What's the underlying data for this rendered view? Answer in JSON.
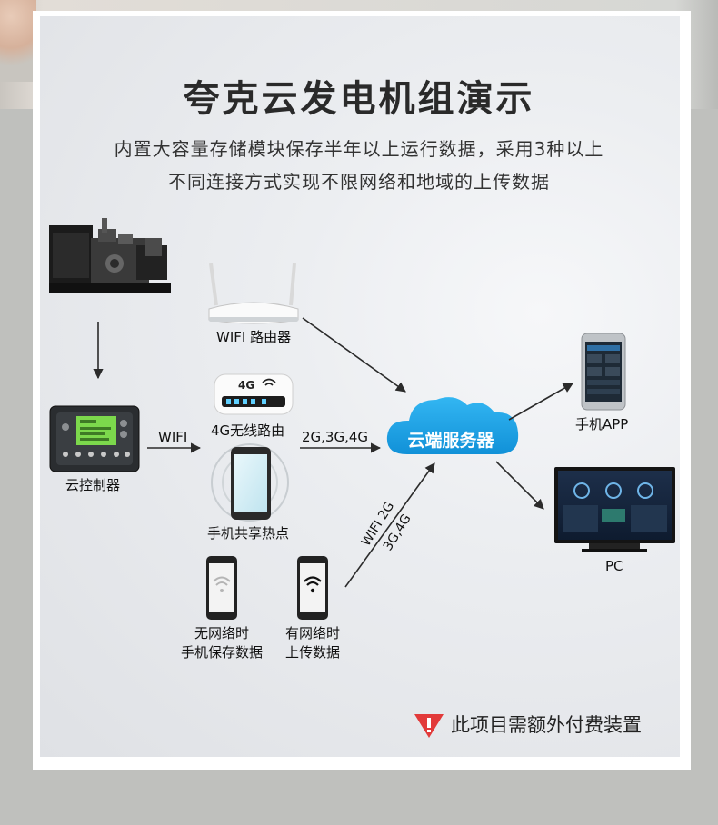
{
  "title": "夸克云发电机组演示",
  "subtitle": {
    "line1": "内置大容量存储模块保存半年以上运行数据，采用3种以上",
    "line2": "不同连接方式实现不限网络和地域的上传数据"
  },
  "nodes": {
    "wifi_router": "WIFI 路由器",
    "router_4g": "4G无线路由",
    "router_4g_badge": "4G",
    "controller": "云控制器",
    "hotspot": "手机共享热点",
    "no_network": {
      "line1": "无网络时",
      "line2": "手机保存数据"
    },
    "with_network": {
      "line1": "有网络时",
      "line2": "上传数据"
    },
    "cloud": "云端服务器",
    "mobile_app": "手机APP",
    "pc": "PC"
  },
  "edges": {
    "wifi": "WIFI",
    "cellular": "2G,3G,4G",
    "upload_line1": "WIFI 2G",
    "upload_line2": "3G,4G"
  },
  "notice": {
    "text": "此项目需额外付费装置",
    "icon": "warning-icon",
    "color": "#e23a3a"
  },
  "colors": {
    "cloud": "#1aa3e8",
    "arrow": "#2b2b2b",
    "lcd": "#7cd84c"
  }
}
